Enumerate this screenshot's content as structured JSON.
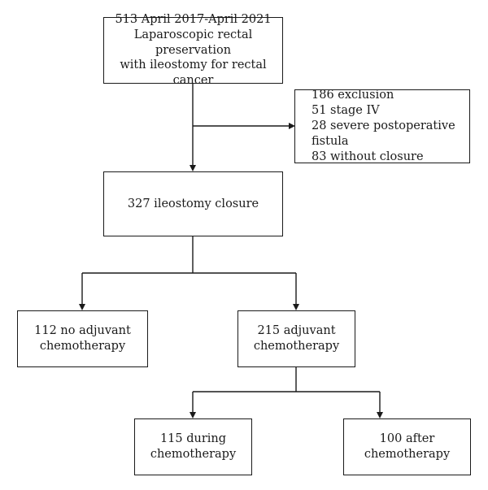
{
  "nodes": {
    "start": {
      "lines": [
        "513 April 2017-April 2021",
        "Laparoscopic rectal preservation",
        "with ileostomy for rectal cancer"
      ]
    },
    "exclusion": {
      "lines": [
        "186 exclusion",
        "51 stage IV",
        "28 severe postoperative fistula",
        "83 without closure"
      ]
    },
    "closure": {
      "lines": [
        "327 ileostomy closure"
      ]
    },
    "no_adjuvant": {
      "lines": [
        "112 no adjuvant",
        "chemotherapy"
      ]
    },
    "adjuvant": {
      "lines": [
        "215 adjuvant",
        "chemotherapy"
      ]
    },
    "during": {
      "lines": [
        "115 during",
        "chemotherapy"
      ]
    },
    "after": {
      "lines": [
        "100 after",
        "chemotherapy"
      ]
    }
  }
}
